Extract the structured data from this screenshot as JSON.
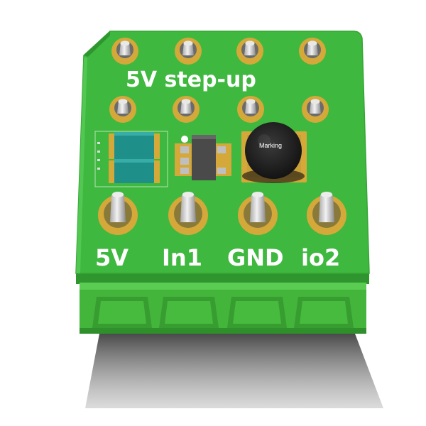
{
  "board": {
    "title": "5V step-up",
    "pin_labels": [
      "5V",
      "In1",
      "GND",
      "io2"
    ],
    "inductor_marking": "Marking"
  },
  "colors": {
    "pcb": "#3fb83f",
    "pcb_dark": "#2f962f",
    "copper": "#d4a93a",
    "pin": "#d8d8d8",
    "capacitor": "#1f8f8a",
    "ic": "#4a4a4a",
    "inductor": "#1e1e1e",
    "terminal_block": "#43b53a",
    "silkscreen": "#ffffff"
  }
}
